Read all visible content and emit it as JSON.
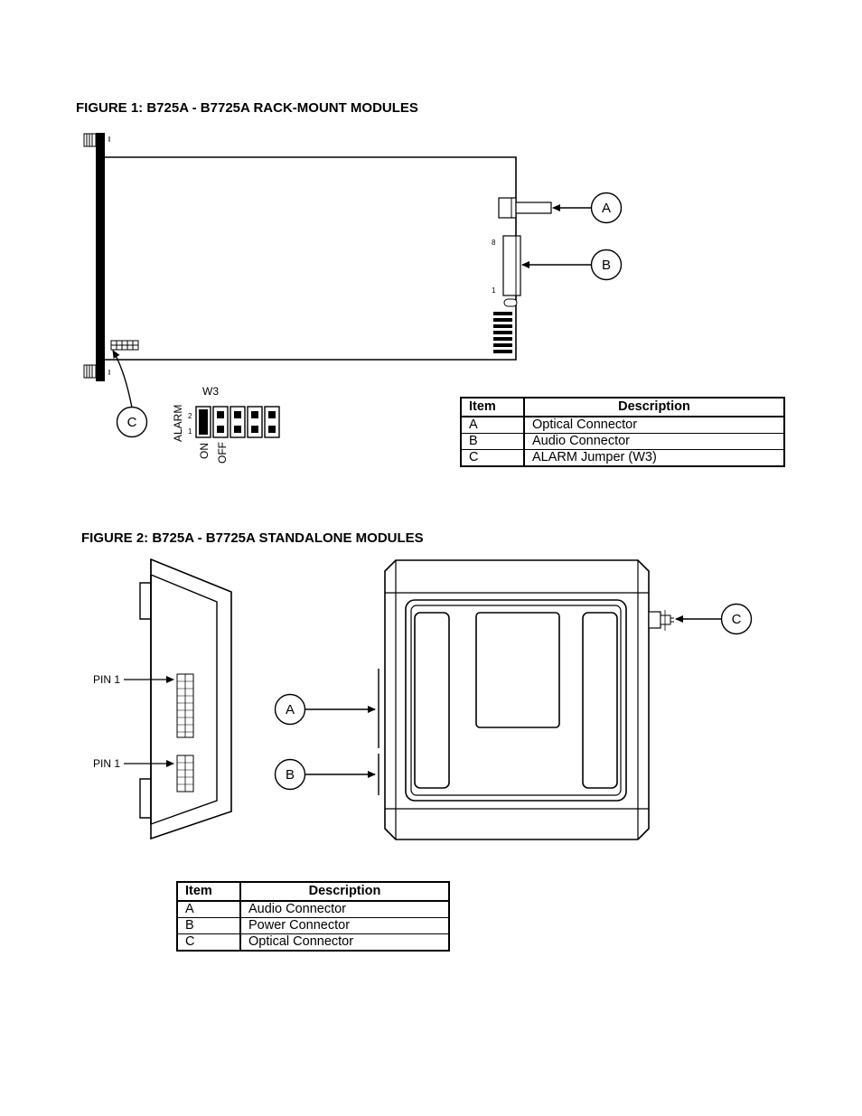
{
  "figure1": {
    "title": "FIGURE 1: B725A - B7725A RACK-MOUNT MODULES",
    "callouts": [
      "A",
      "B",
      "C"
    ],
    "jumper": {
      "name": "W3",
      "row_labels": [
        "2",
        "1"
      ],
      "side_label": "ALARM",
      "positions": [
        "ON",
        "OFF"
      ]
    },
    "connector_pin_labels": [
      "8",
      "1"
    ],
    "table": {
      "headers": [
        "Item",
        "Description"
      ],
      "rows": [
        [
          "A",
          "Optical Connector"
        ],
        [
          "B",
          "Audio Connector"
        ],
        [
          "C",
          "ALARM Jumper (W3)"
        ]
      ]
    }
  },
  "figure2": {
    "title": "FIGURE 2: B725A - B7725A STANDALONE MODULES",
    "pin_labels": [
      "PIN 1",
      "PIN 1"
    ],
    "callouts": [
      "A",
      "B",
      "C"
    ],
    "table": {
      "headers": [
        "Item",
        "Description"
      ],
      "rows": [
        [
          "A",
          "Audio Connector"
        ],
        [
          "B",
          "Power Connector"
        ],
        [
          "C",
          "Optical Connector"
        ]
      ]
    }
  }
}
